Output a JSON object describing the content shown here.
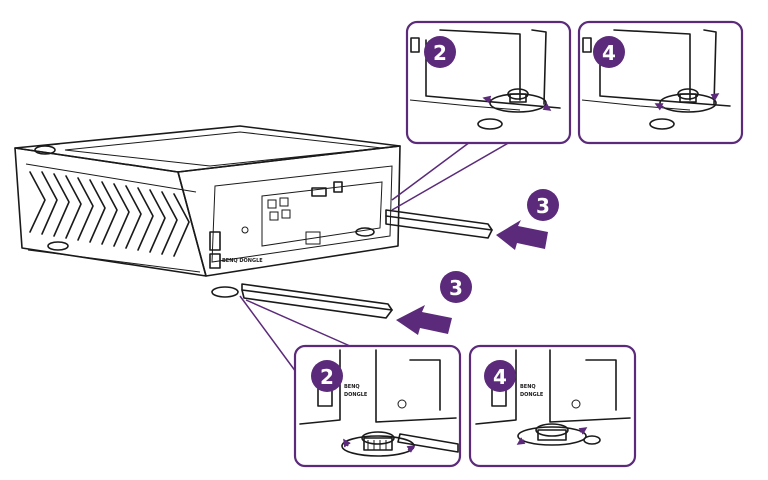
{
  "steps": {
    "top_left": "2",
    "top_right": "4",
    "rear_arrow": "3",
    "front_arrow": "3",
    "bottom_left": "2",
    "bottom_right": "4"
  },
  "labels": {
    "dongle_main": "BENQ DONGLE",
    "dongle_panel_left_1": "BENQ",
    "dongle_panel_left_2": "DONGLE",
    "dongle_panel_right_1": "BENQ",
    "dongle_panel_right_2": "DONGLE"
  },
  "colors": {
    "accent": "#5b2a7a",
    "line": "#1a1a1a",
    "background": "#ffffff"
  }
}
